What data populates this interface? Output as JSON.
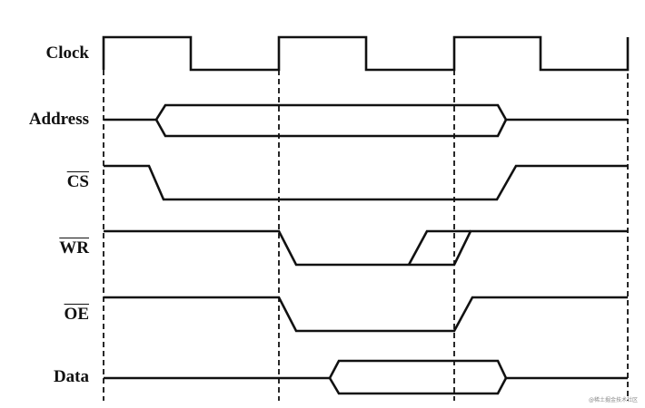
{
  "signals": [
    {
      "label": "Clock",
      "active_low": false
    },
    {
      "label": "Address",
      "active_low": false
    },
    {
      "label": "CS",
      "active_low": true
    },
    {
      "label": "WR",
      "active_low": true
    },
    {
      "label": "OE",
      "active_low": true
    },
    {
      "label": "Data",
      "active_low": false
    }
  ],
  "watermark": "@稀土掘金技术社区"
}
